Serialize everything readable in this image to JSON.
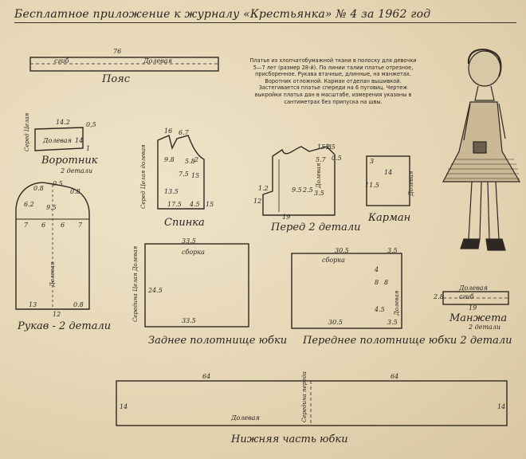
{
  "header": {
    "title": "Бесплатное приложение к журналу «Крестьянка» № 4 за 1962 год"
  },
  "description": "Платье из хлопчатобумажной ткани в полоску для девочки 5—7 лет (размер 28-й). По линии талии платье отрезное, присборенное. Рукава втачные, длинные, на манжетах. Воротник отложной. Карман отделан вышивкой. Застегивается платье спереди на 6 пуговиц. Чертеж выкройки платья дан в масштабе, измерения указаны в сантиметрах без припуска на швы.",
  "belt": {
    "label": "Пояс",
    "length": "76",
    "seam": "сгиб",
    "grain": "Долевая"
  },
  "collar": {
    "label": "Воротник",
    "count": "2 детали",
    "fold": "Серед Целая",
    "grain": "Долевая",
    "m1": "14.2",
    "m2": "14",
    "m3": "1",
    "m4": "0,5"
  },
  "sleeve": {
    "label": "Рукав - 2 детали",
    "grain": "Долевая",
    "m1": "0.8",
    "m2": "0.5",
    "m3": "0.8",
    "m4": "6.2",
    "m5": "9.5",
    "m6": "7",
    "m7": "6",
    "m8": "6",
    "m9": "7",
    "m10": "13",
    "m11": "0.8",
    "m12": "12"
  },
  "back": {
    "label": "Спинка",
    "fold": "Серед Целая долевая",
    "m1": "16",
    "m2": "6.7",
    "m3": "9.8",
    "m4": "2",
    "m5": "13.5",
    "m6": "15",
    "m7": "7.5",
    "m8": "5.8",
    "m9": "17.5",
    "m10": "4.5",
    "m11": "15"
  },
  "front": {
    "label": "Перед 2 детали",
    "grain": "Долевая",
    "m1": "15.8",
    "m2": "1.5",
    "m3": "5.7",
    "m4": "0.5",
    "m5": "3.5",
    "m6": "19",
    "m7": "12",
    "m8": "9.5",
    "m9": "2.5",
    "m10": "1.2"
  },
  "pocket": {
    "label": "Карман",
    "grain": "Долевая",
    "m1": "3",
    "m2": "14",
    "m3": "11.5"
  },
  "back_skirt": {
    "label": "Заднее полотнище юбки",
    "fold": "Середина Целая Долевая",
    "gather": "сборка",
    "m1": "33.5",
    "m2": "24.5",
    "m3": "33.5"
  },
  "front_skirt": {
    "label": "Переднее полотнище юбки 2 детали",
    "grain": "Долевая",
    "gather": "сборка",
    "m1": "30.5",
    "m2": "3.5",
    "m3": "4",
    "m4": "8",
    "m5": "8",
    "m6": "4.5",
    "m7": "30.5",
    "m8": "3.5"
  },
  "cuff": {
    "label": "Манжета",
    "count": "2 детали",
    "grain": "Долевая",
    "seam": "сгиб",
    "m1": "19",
    "m2": "2.8"
  },
  "lower_skirt": {
    "label": "Нижняя часть юбки",
    "fold": "Середина переда",
    "grain": "Долевая",
    "m1": "64",
    "m2": "64",
    "m3": "14",
    "m4": "14"
  }
}
